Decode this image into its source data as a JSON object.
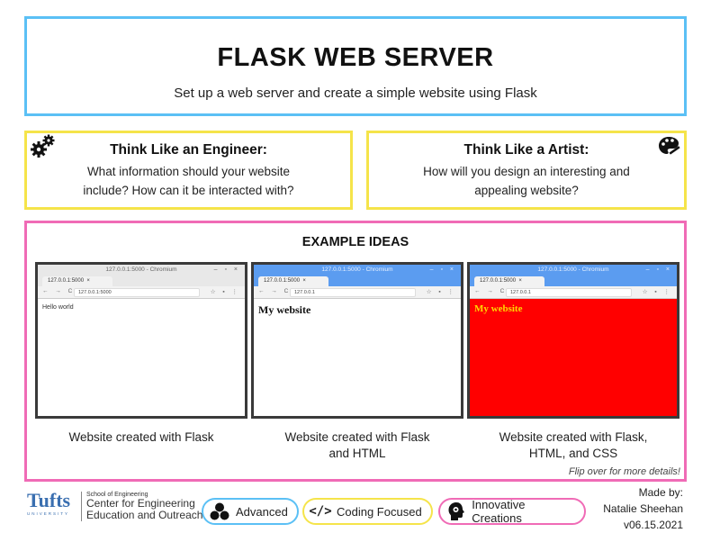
{
  "header": {
    "title": "FLASK WEB SERVER",
    "subtitle": "Set up a web server and create a simple website using Flask"
  },
  "engineer": {
    "title": "Think Like an Engineer:",
    "text": "What information should your website include? How can it be interacted with?",
    "icon": "gears-icon"
  },
  "artist": {
    "title": "Think Like a Artist:",
    "text": "How will you design an interesting and appealing website?",
    "icon": "palette-icon"
  },
  "examples": {
    "heading": "EXAMPLE IDEAS",
    "items": [
      {
        "window_title": "127.0.0.1:5000 - Chromium",
        "tab": "127.0.0.1:5000",
        "url": "127.0.0.1:5000",
        "page_text": "Hello world",
        "caption": "Website created with Flask"
      },
      {
        "window_title": "127.0.0.1:5000 - Chromium",
        "tab": "127.0.0.1:5000",
        "url": "127.0.0.1",
        "page_text": "My website",
        "caption": "Website created with Flask and HTML"
      },
      {
        "window_title": "127.0.0.1:5000 - Chromium",
        "tab": "127.0.0.1:5000",
        "url": "127.0.0.1",
        "page_text": "My website",
        "caption": "Website created with Flask, HTML, and CSS"
      }
    ],
    "flip_note": "Flip over for more details!"
  },
  "footer": {
    "logo": "Tufts",
    "logo_sub": "UNIVERSITY",
    "school_small": "School of Engineering",
    "center_line1": "Center for Engineering",
    "center_line2": "Education and Outreach",
    "tags": [
      {
        "label": "Advanced",
        "icon": "three-circles-icon"
      },
      {
        "label": "Coding Focused",
        "icon": "code-icon"
      },
      {
        "label": "Innovative Creations",
        "icon": "head-gear-icon"
      }
    ],
    "made_by_label": "Made by:",
    "author": "Natalie Sheehan",
    "version": "v06.15.2021"
  },
  "colors": {
    "title_border": "#5bc0f5",
    "think_border": "#f5e44a",
    "examples_border": "#f06bb6",
    "styled_bg": "#ff0000",
    "styled_text": "#ffd800"
  }
}
